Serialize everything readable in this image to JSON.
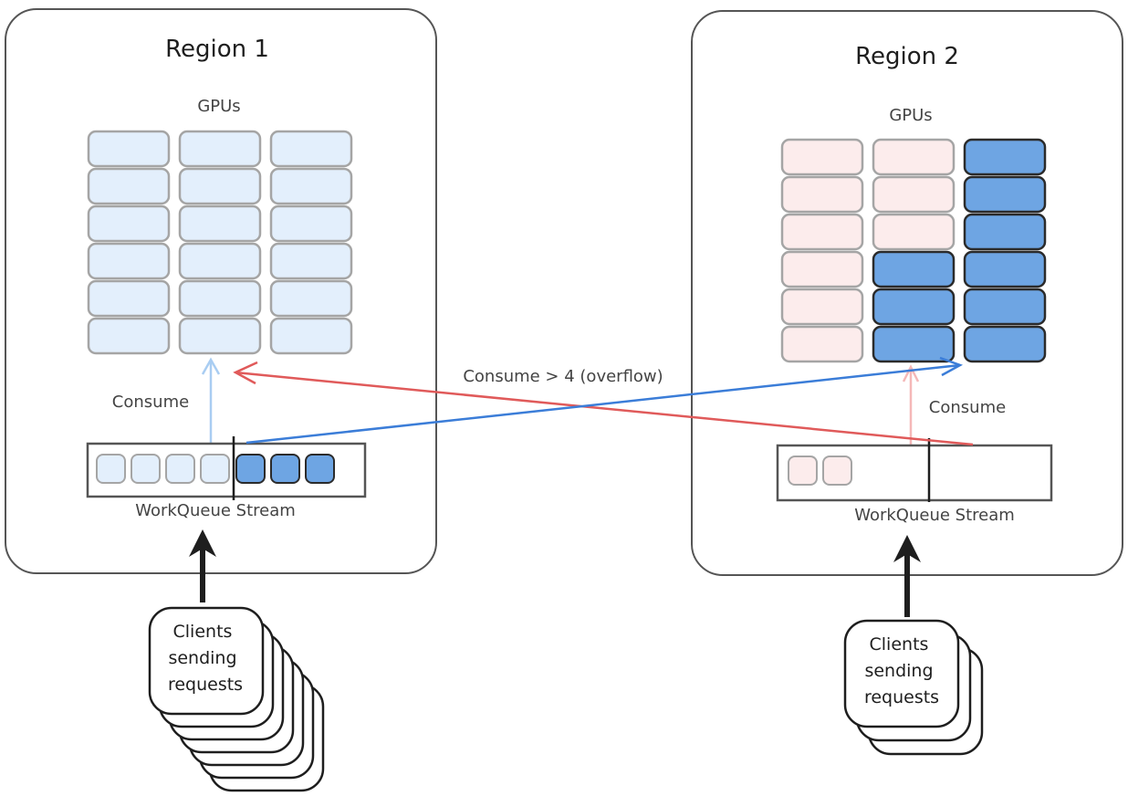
{
  "colors": {
    "idle_gpu_region1": "#e3effc",
    "idle_gpu_region2": "#fcecec",
    "busy_gpu": "#6ea5e3",
    "idle_stroke": "#a5a5a5",
    "busy_stroke": "#2b2b2b",
    "overflow_to_region2": "#3b7dd8",
    "overflow_to_region1": "#e05a5a",
    "consume_region1": "#a9cdf2",
    "consume_region2": "#f5b8b8"
  },
  "regions": [
    {
      "title": "Region 1",
      "gpus_label": "GPUs",
      "gpu_grid": {
        "columns": 3,
        "rows": 6,
        "busy_per_column": [
          0,
          0,
          0
        ]
      },
      "consume_label": "Consume",
      "queue": {
        "label": "WorkQueue Stream",
        "items_before_threshold": 4,
        "items_after_threshold": 3
      },
      "clients": {
        "lines": [
          "Clients",
          "sending",
          "requests"
        ],
        "stack_depth": 7
      }
    },
    {
      "title": "Region 2",
      "gpus_label": "GPUs",
      "gpu_grid": {
        "columns": 3,
        "rows": 6,
        "busy_per_column": [
          0,
          3,
          6
        ]
      },
      "consume_label": "Consume",
      "queue": {
        "label": "WorkQueue Stream",
        "items_before_threshold": 2,
        "items_after_threshold": 0
      },
      "clients": {
        "lines": [
          "Clients",
          "sending",
          "requests"
        ],
        "stack_depth": 3
      }
    }
  ],
  "overflow_label": "Consume > 4 (overflow)"
}
